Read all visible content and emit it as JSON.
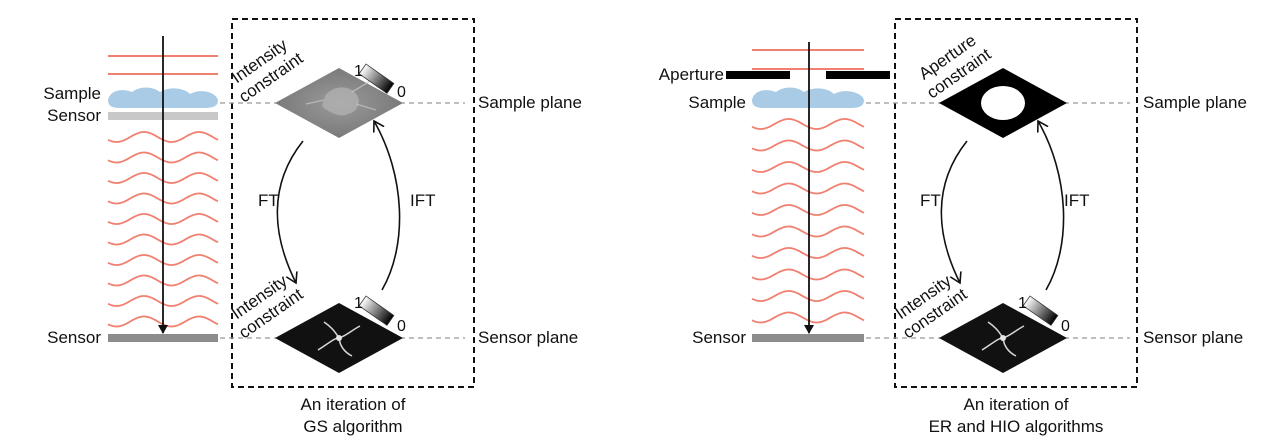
{
  "left_panel": {
    "sample_label": "Sample",
    "sensor_label_top": "Sensor",
    "sensor_label_bottom": "Sensor",
    "sample_plane_label": "Sample plane",
    "sensor_plane_label": "Sensor plane",
    "top_constraint_line1": "Intensity",
    "top_constraint_line2": "constraint",
    "bottom_constraint_line1": "Intensity",
    "bottom_constraint_line2": "constraint",
    "colorbar_max": "1",
    "colorbar_min": "0",
    "ft_label": "FT",
    "ift_label": "IFT",
    "caption_line1": "An iteration of",
    "caption_line2": "GS algorithm"
  },
  "right_panel": {
    "aperture_label": "Aperture",
    "sample_label": "Sample",
    "sensor_label": "Sensor",
    "sample_plane_label": "Sample plane",
    "sensor_plane_label": "Sensor plane",
    "top_constraint_line1": "Aperture",
    "top_constraint_line2": "constraint",
    "bottom_constraint_line1": "Intensity",
    "bottom_constraint_line2": "constraint",
    "colorbar_max": "1",
    "colorbar_min": "0",
    "ft_label": "FT",
    "ift_label": "IFT",
    "caption_line1": "An iteration of",
    "caption_line2": "ER and HIO algorithms"
  },
  "colors": {
    "wave": "#f08070",
    "sample_blob": "#a9cbe6",
    "sensor_bar_light": "#c8c8c8",
    "sensor_bar_dark": "#8c8c8c",
    "dashed_line": "#999999",
    "cell_image": "#8a8a8a",
    "dark_image": "#111111"
  }
}
